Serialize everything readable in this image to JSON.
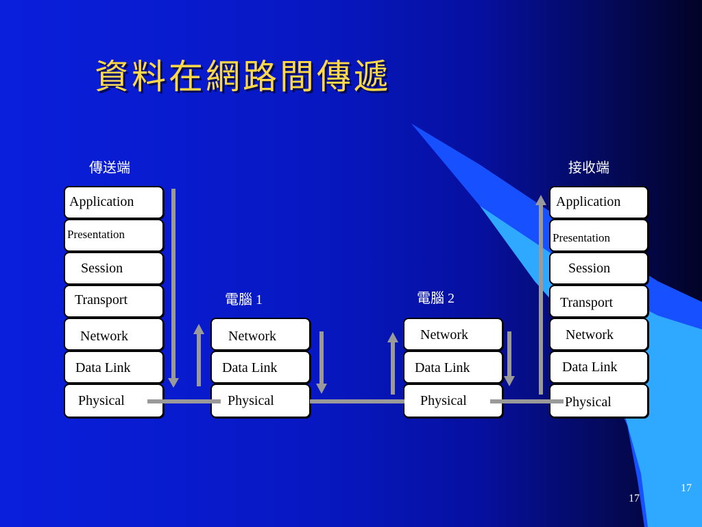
{
  "slide": {
    "title": "資料在網路間傳遞",
    "page_number": "17",
    "page_number_corner": "17"
  },
  "sender": {
    "caption": "傳送端",
    "layers": [
      "Application",
      "Presentation",
      "Session",
      "Transport",
      "Network",
      "Data Link",
      "Physical"
    ]
  },
  "receiver": {
    "caption": "接收端",
    "layers": [
      "Application",
      "Presentation",
      "Session",
      "Transport",
      "Network",
      "Data Link",
      "Physical"
    ]
  },
  "computer1": {
    "caption": "電腦 1",
    "layers": [
      "Network",
      "Data Link",
      "Physical"
    ]
  },
  "computer2": {
    "caption": "電腦 2",
    "layers": [
      "Network",
      "Data Link",
      "Physical"
    ]
  },
  "colors": {
    "background": "#0a1fdc",
    "title": "#ffd84a",
    "box": "#ffffff",
    "arrow": "#9a9a9a",
    "accent": "#2fa8ff"
  },
  "icons": [
    "arrow-down-icon",
    "arrow-up-icon"
  ]
}
